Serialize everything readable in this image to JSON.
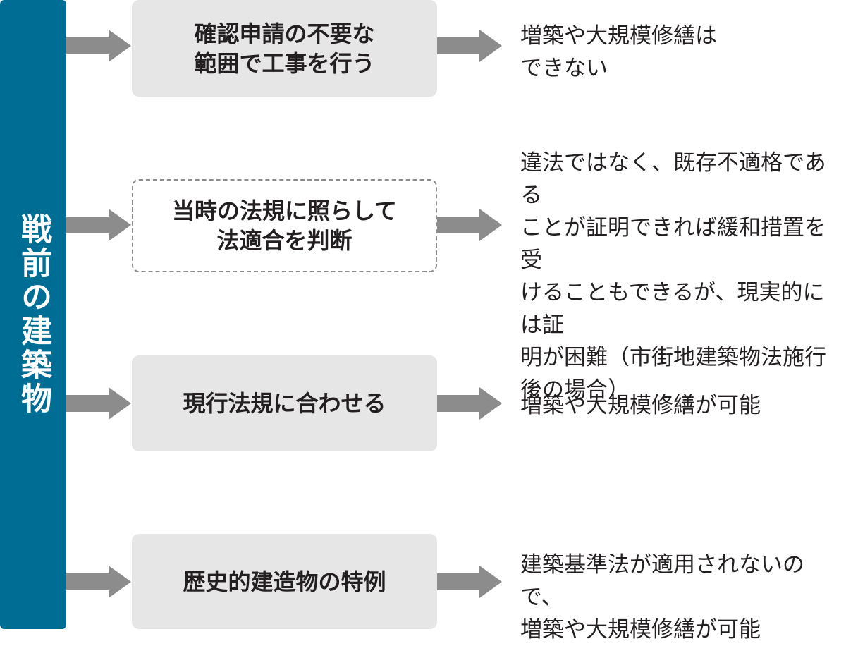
{
  "left_bar": {
    "label": "戦前の建築物",
    "color": "#006d94"
  },
  "colors": {
    "arrow": "#8c8c8c",
    "box_fill": "#e6e6e6",
    "dashed_border": "#8c8c8c"
  },
  "rows": [
    {
      "option": "確認申請の不要な\n範囲で工事を行う",
      "result": "増築や大規模修繕は\nできない"
    },
    {
      "option": "当時の法規に照らして\n法適合を判断",
      "result": "違法ではなく、既存不適格である\nことが証明できれば緩和措置を受\nけることもできるが、現実的には証\n明が困難（市街地建築物法施行\n後の場合）"
    },
    {
      "option": "現行法規に合わせる",
      "result": "増築や大規模修繕が可能"
    },
    {
      "option": "歴史的建造物の特例",
      "result": "建築基準法が適用されないので、\n増築や大規模修繕が可能"
    }
  ]
}
